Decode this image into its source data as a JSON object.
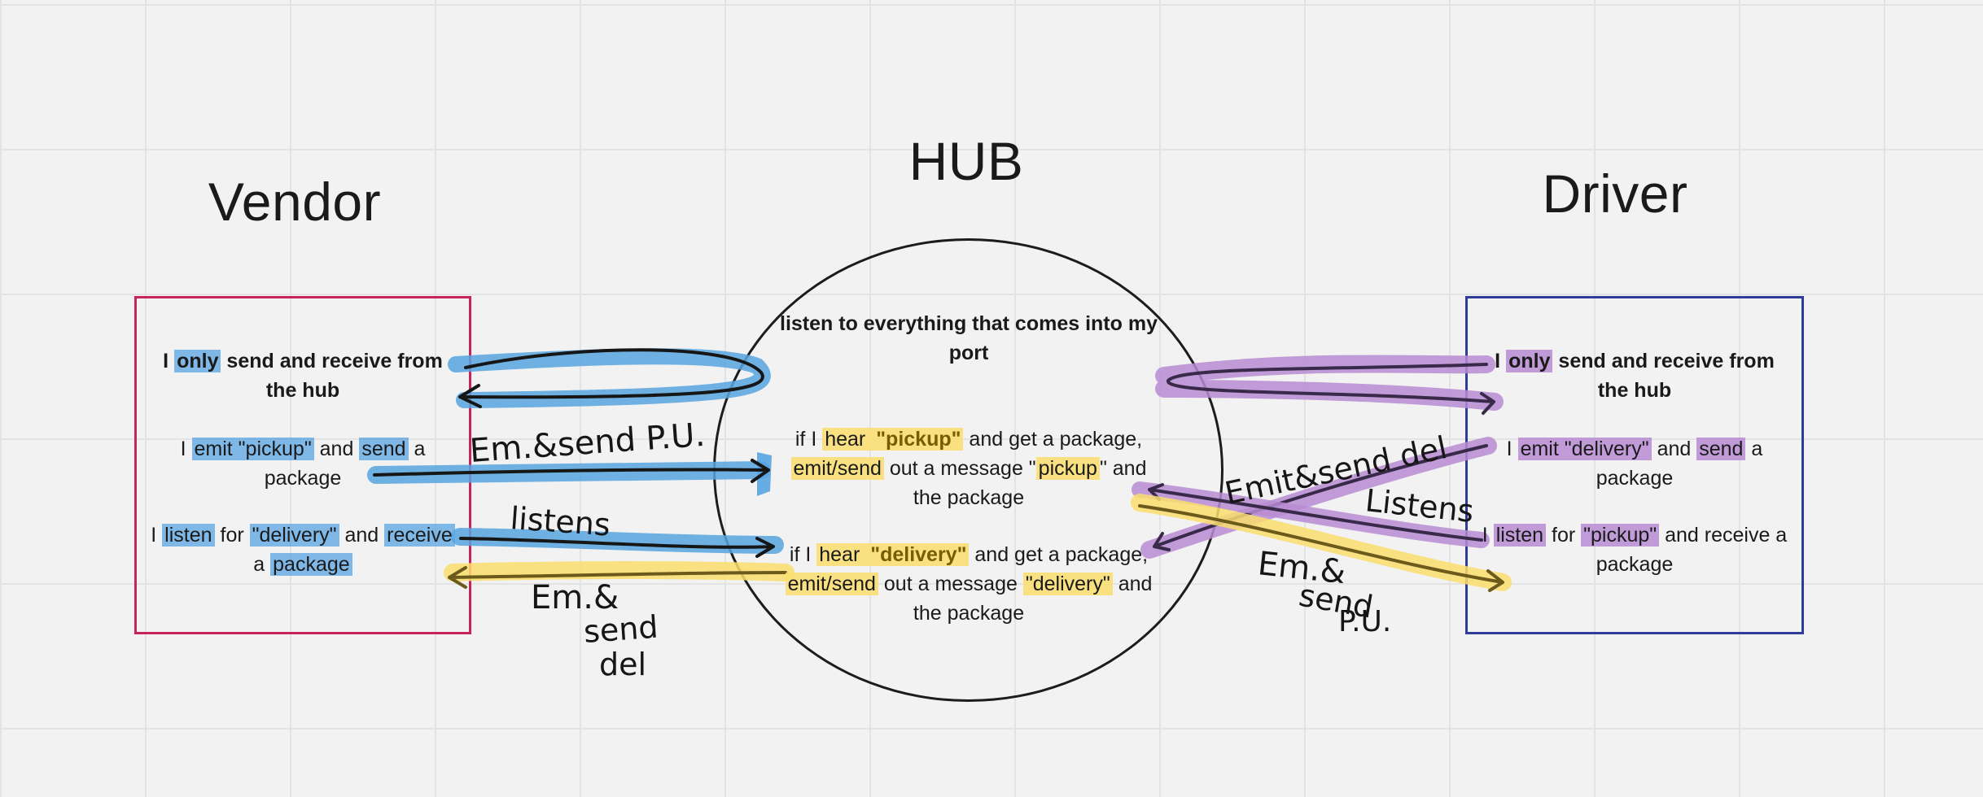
{
  "titles": {
    "vendor": "Vendor",
    "hub": "HUB",
    "driver": "Driver"
  },
  "vendor": {
    "note1": {
      "a": "I ",
      "b": "only",
      "c": " send and receive from the hub"
    },
    "note2": {
      "a": "I ",
      "b": "emit \"pickup\"",
      "c": " and ",
      "d": "send",
      "e": " a package"
    },
    "note3": {
      "a": "I ",
      "b": "listen",
      "c": " for ",
      "d": "\"delivery\"",
      "e": " and ",
      "f": "receive",
      "g": " a ",
      "h": "package"
    }
  },
  "hub": {
    "note1": "listen to everything that comes into my port",
    "note2": {
      "a": "if I ",
      "b": "hear ",
      "c": "\"pickup\"",
      "d": " and get a package, ",
      "e": "emit/send",
      "f": " out a message \"",
      "g": "pickup",
      "h": "\" and the package"
    },
    "note3": {
      "a": "if I ",
      "b": "hear ",
      "c": "\"delivery\"",
      "d": " and get a package, ",
      "e": "emit/send",
      "f": " out a message ",
      "g": "\"delivery\"",
      "h": " and the package"
    }
  },
  "driver": {
    "note1": {
      "a": "I ",
      "b": "only",
      "c": " send and receive from the hub"
    },
    "note2": {
      "a": "I ",
      "b": "emit \"delivery\"",
      "c": " and ",
      "d": "send",
      "e": " a package"
    },
    "note3": {
      "a": "I ",
      "b": "listen",
      "c": " for ",
      "d": "\"pickup\"",
      "e": " and receive a package"
    }
  },
  "handwriting": {
    "vendor_emit": "Em.&send P.U.",
    "vendor_listens": "listens",
    "vendor_em1": "Em.&",
    "vendor_em2": "send",
    "vendor_em3": "del",
    "driver_emit": "Emit&send del",
    "driver_listens": "Listens",
    "driver_em1": "Em.&",
    "driver_em2": "send",
    "driver_em3": "P.U."
  },
  "colors": {
    "vendor_frame": "#c8245a",
    "driver_frame": "#2f3d9a",
    "blue_highlight": "#58a4e1",
    "purple_highlight": "#b78cd2",
    "yellow_highlight": "#fade6e",
    "ink": "#161616"
  }
}
